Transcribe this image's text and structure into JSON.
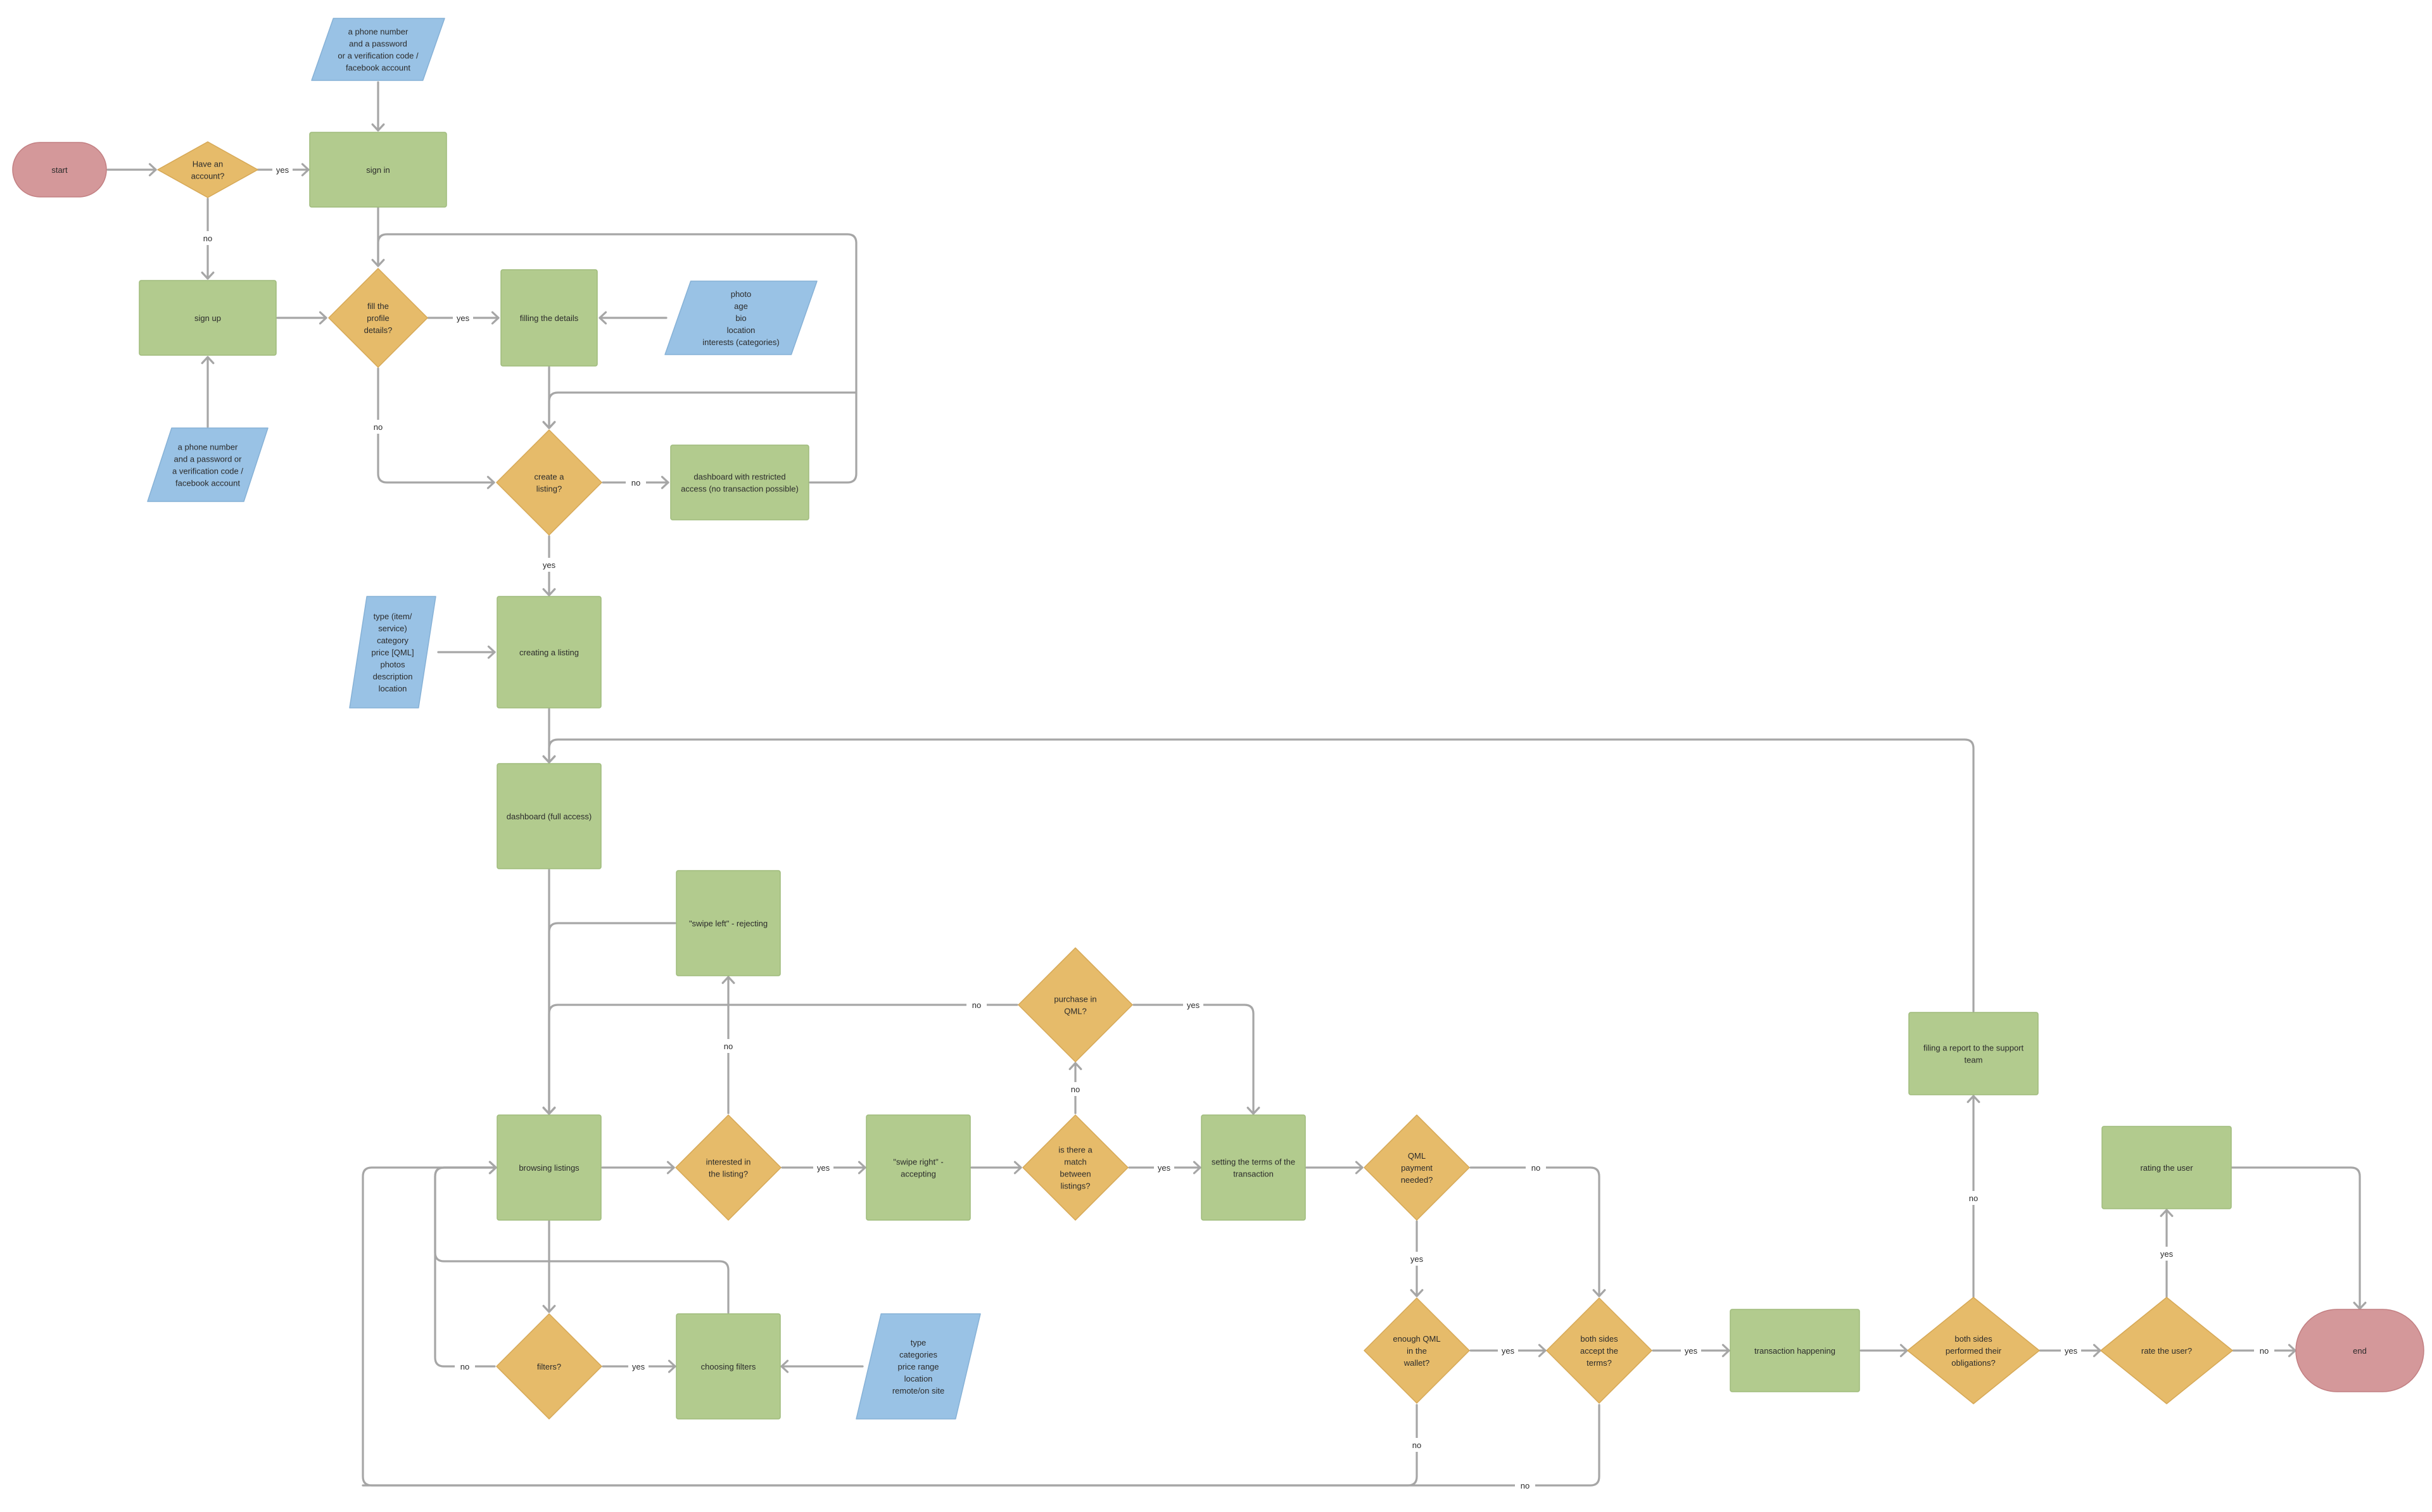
{
  "colors": {
    "terminal": "#d4989a",
    "process": "#b2cb8e",
    "decision": "#e6bb6a",
    "data": "#99c2e5",
    "edge": "#a6a6a6",
    "text": "#2b2b2b"
  },
  "nodes": {
    "start": "start",
    "have_account": "Have an\naccount?",
    "sign_in": "sign in",
    "input_signin": "a phone number\nand  a password\nor a verification code /\nfacebook account",
    "sign_up": "sign up",
    "input_signup": "a phone number\nand  a password or\na verification code /\nfacebook account",
    "fill_profile": "fill the\nprofile\ndetails?",
    "filling_details": "filling the details",
    "input_profile": "photo\nage\nbio\nlocation\ninterests (categories)",
    "create_listing_q": "create a\nlisting?",
    "dashboard_restricted": "dashboard with restricted\naccess (no transaction possible)",
    "creating_listing": "creating a listing",
    "input_listing": "type (item/\nservice)\ncategory\nprice [QML]\nphotos\ndescription\nlocation",
    "dashboard_full": "dashboard (full access)",
    "swipe_left": "\"swipe left\" - rejecting",
    "purchase_qml": "purchase in\nQML?",
    "browsing": "browsing listings",
    "interested": "interested in\nthe listing?",
    "swipe_right": "\"swipe right\" -\naccepting",
    "match": "is there a\nmatch\nbetween\nlistings?",
    "terms": "setting the terms of the\ntransaction",
    "qml_needed": "QML\npayment\nneeded?",
    "filters_q": "filters?",
    "choosing_filters": "choosing filters",
    "input_filters": "type\ncategories\nprice range\nlocation\nremote/on site",
    "enough_qml": "enough QML\nin the\nwallet?",
    "both_accept": "both sides\naccept the\nterms?",
    "transaction": "transaction happening",
    "obligations": "both sides\nperformed their\nobligations?",
    "report": "filing a report to the support\nteam",
    "rating": "rating the user",
    "rate_q": "rate the user?",
    "end": "end"
  },
  "edge_labels": {
    "yes": "yes",
    "no": "no"
  }
}
